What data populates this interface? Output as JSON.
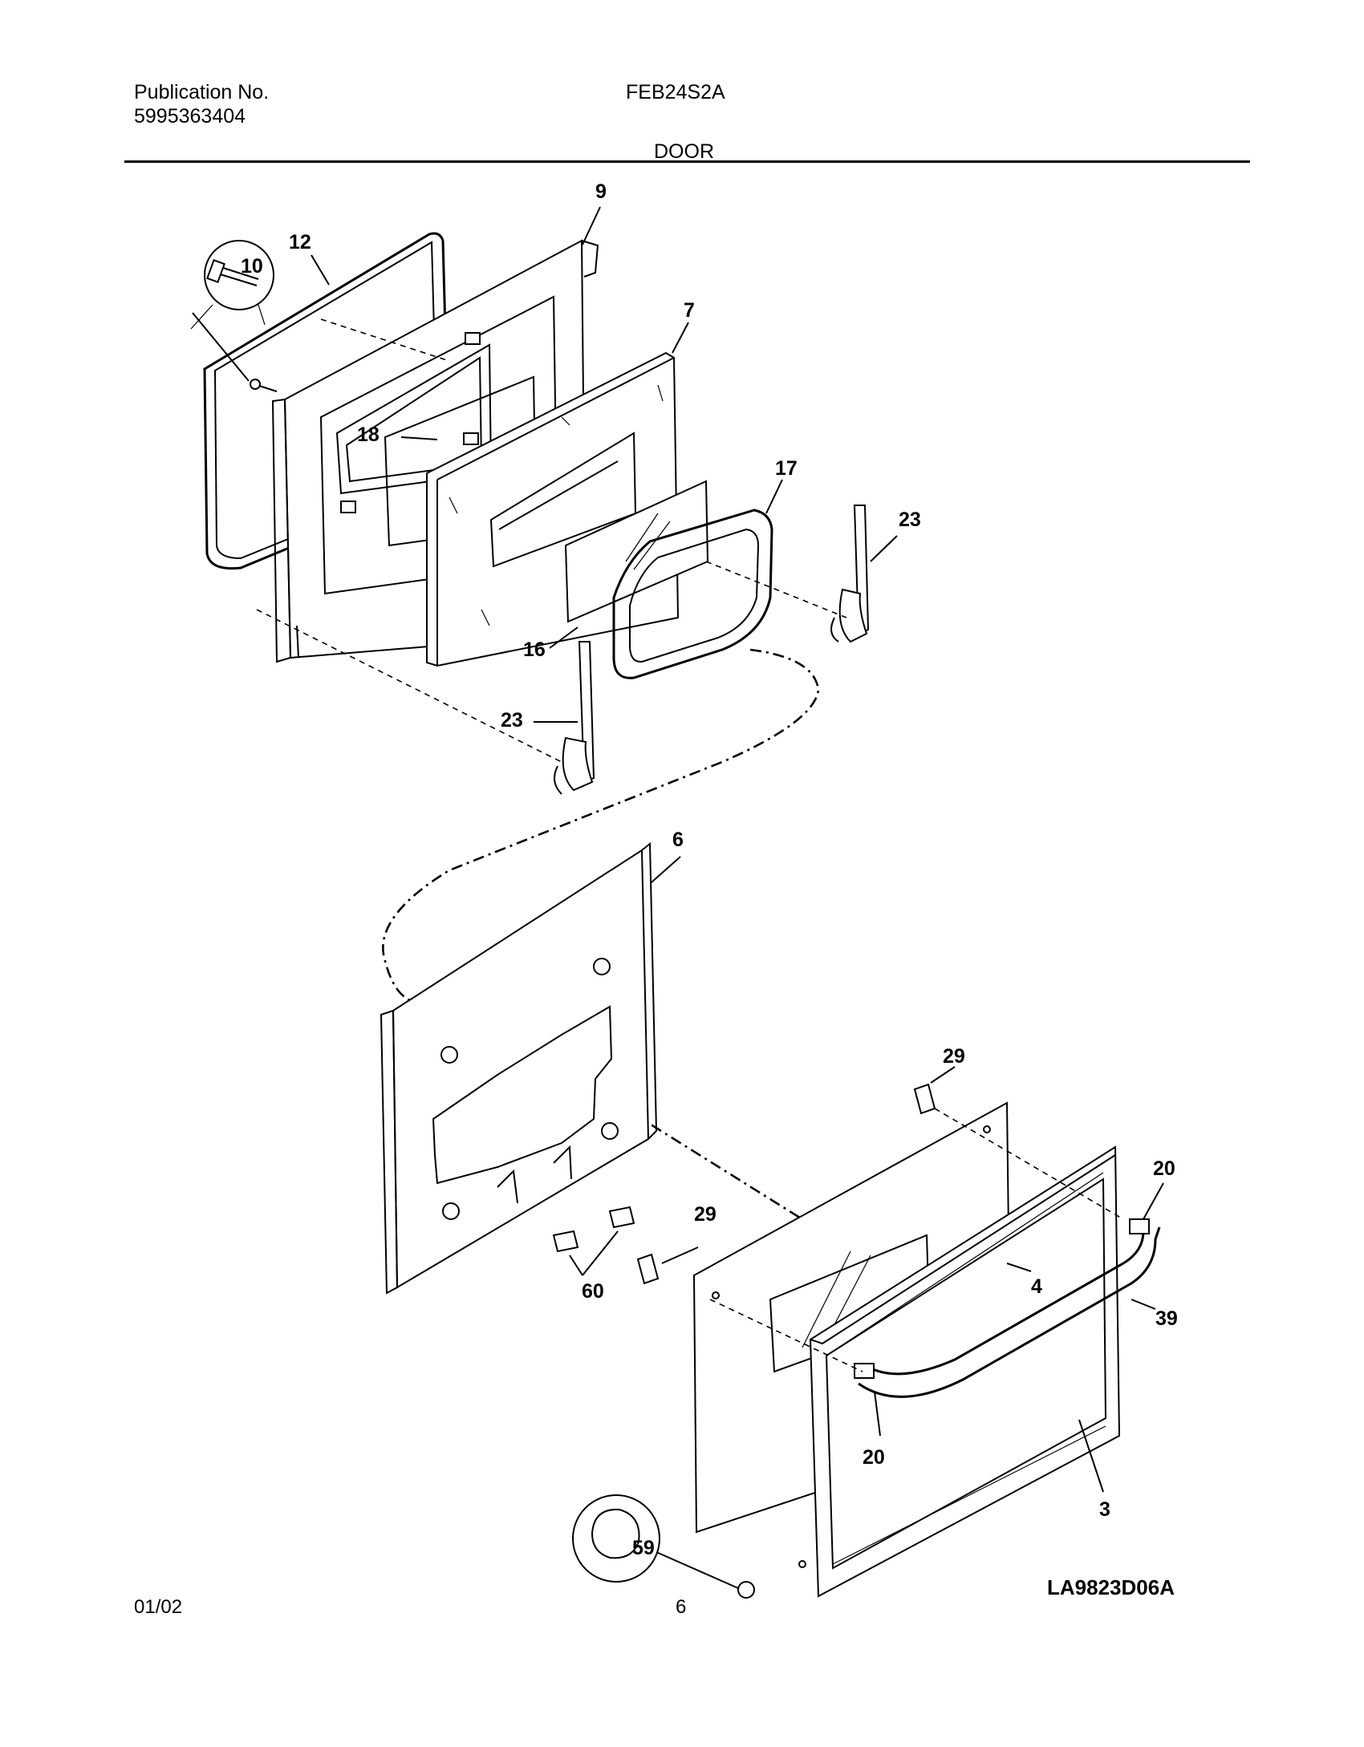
{
  "header": {
    "publication_label": "Publication No.",
    "publication_number": "5995363404",
    "model": "FEB24S2A",
    "section": "DOOR"
  },
  "footer": {
    "date": "01/02",
    "page": "6"
  },
  "diagram": {
    "code": "LA9823D06A",
    "callouts": {
      "c9": "9",
      "c12": "12",
      "c10": "10",
      "c7": "7",
      "c18": "18",
      "c17": "17",
      "c23a": "23",
      "c16": "16",
      "c23b": "23",
      "c6": "6",
      "c29a": "29",
      "c20a": "20",
      "c29b": "29",
      "c60": "60",
      "c4": "4",
      "c39": "39",
      "c20b": "20",
      "c3": "3",
      "c59": "59"
    }
  }
}
